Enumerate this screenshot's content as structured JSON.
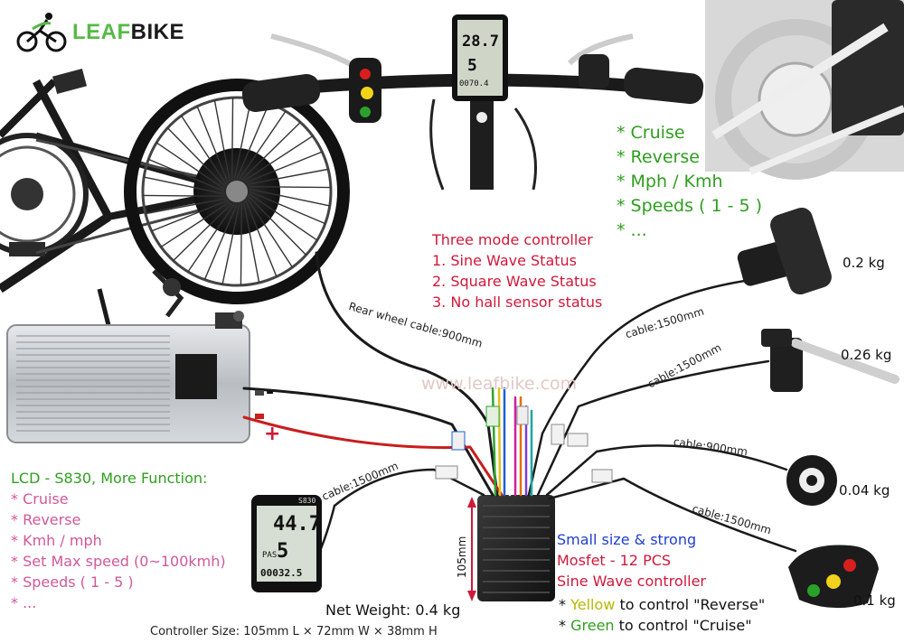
{
  "brand": {
    "name": "LEAFBIKE",
    "logo_icon": "cyclist-icon",
    "colors": {
      "leaf": "#56b947",
      "bike": "#1a1a1a"
    }
  },
  "features_top": [
    "* Cruise",
    "* Reverse",
    "* Mph / Kmh",
    "* Speeds ( 1 - 5 )",
    "* ..."
  ],
  "controller_modes": {
    "title": "Three mode controller",
    "items": [
      "1. Sine Wave Status",
      "2. Square Wave Status",
      "3. No hall sensor status"
    ]
  },
  "lcd_block": {
    "title": "LCD - S830, More Function:",
    "items": [
      "* Cruise",
      "* Reverse",
      "* Kmh / mph",
      "* Set Max speed (0~100kmh)",
      "* Speeds ( 1 - 5 )",
      "* ..."
    ]
  },
  "cables": {
    "rear_wheel": "Rear wheel cable:900mm",
    "throttle": "cable:1500mm",
    "brake": "cable:1500mm",
    "pas": "cable:900mm",
    "switch": "cable:1500mm",
    "lcd": "cable:1500mm"
  },
  "weights": {
    "throttle": "0.2 kg",
    "brake": "0.26 kg",
    "pas": "0.04 kg",
    "switch": "0.1 kg"
  },
  "battery": {
    "minus": "-",
    "plus": "+"
  },
  "watermark": "www.leafbike.com",
  "controller_dimension": "105mm",
  "controller_desc": [
    "Small size & strong",
    "Mosfet - 12 PCS",
    "Sine Wave controller"
  ],
  "switch_notes": {
    "yellow_prefix": "* ",
    "yellow_word": "Yellow",
    "yellow_rest": " to control \"Reverse\"",
    "green_prefix": "* ",
    "green_word": "Green",
    "green_rest": " to control \"Cruise\""
  },
  "net_weight": "Net Weight: 0.4 kg",
  "controller_size": "Controller Size: 105mm L × 72mm W × 38mm H",
  "lcd_top": {
    "speed": "28.7",
    "digit": "5",
    "odo": "0070.4"
  },
  "lcd_small": {
    "brand": "S830",
    "speed": "44.7",
    "pas_label": "PAS",
    "digit": "5",
    "odo": "00032.5"
  },
  "colors": {
    "green_text": "#2f9e1f",
    "red_text": "#d0183a",
    "pink_text": "#d0589a",
    "blue_text": "#1f3fd0",
    "yellow_word": "#b8b800",
    "green_word": "#2f9e1f"
  }
}
